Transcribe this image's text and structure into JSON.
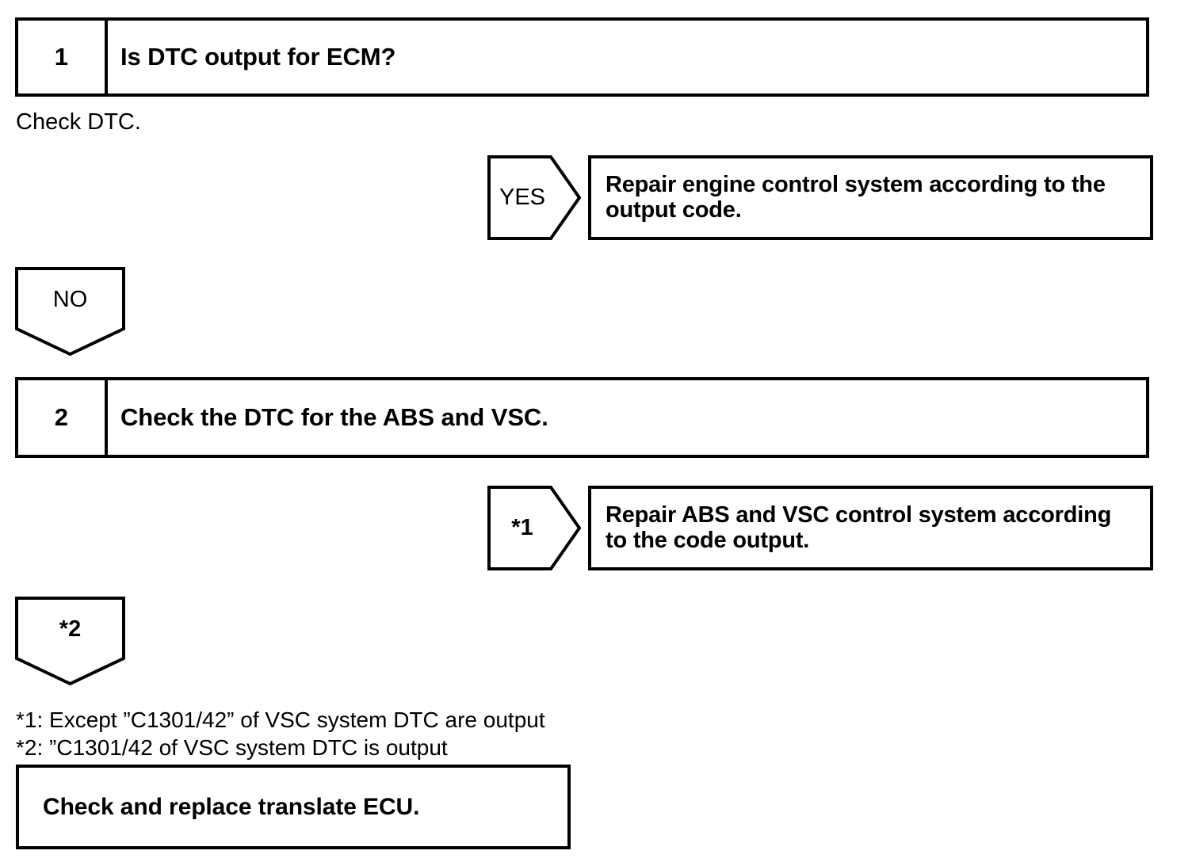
{
  "diagram": {
    "title": "DTC check flowchart",
    "line_color": "#000000",
    "background": "#ffffff"
  },
  "steps": [
    {
      "number": "1",
      "title": "Is DTC output for ECM?",
      "note": "Check DTC."
    },
    {
      "number": "2",
      "title": "Check the DTC for the ABS and VSC.",
      "note": ""
    }
  ],
  "branches": [
    {
      "label": "YES",
      "direction": "right",
      "result_line1": "Repair engine control system according to the",
      "result_line2": "output code."
    },
    {
      "label": "NO",
      "direction": "down",
      "result_line1": "",
      "result_line2": ""
    },
    {
      "label": "*1",
      "direction": "right",
      "result_line1": "Repair ABS and VSC control system according",
      "result_line2": "to the code output."
    },
    {
      "label": "*2",
      "direction": "down",
      "result_line1": "",
      "result_line2": ""
    }
  ],
  "footnotes": [
    "*1: Except ”C1301/42” of VSC system DTC are output",
    "*2: ”C1301/42 of VSC system DTC is output"
  ],
  "final_action": {
    "text": "Check and replace translate ECU."
  }
}
